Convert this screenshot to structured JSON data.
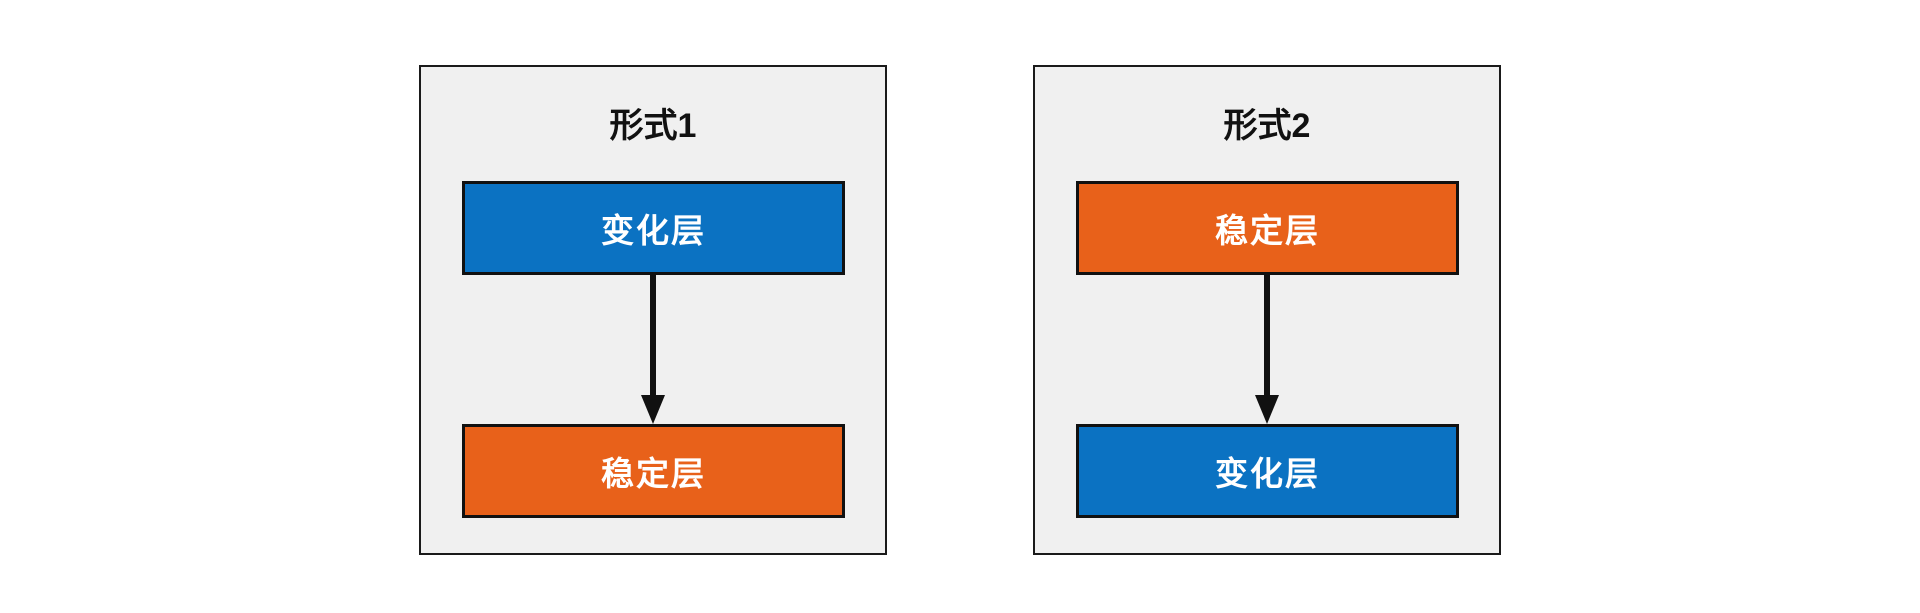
{
  "diagram": {
    "panels": [
      {
        "title": "形式1",
        "top_box": {
          "label": "变化层",
          "color": "#0b72c2"
        },
        "bottom_box": {
          "label": "稳定层",
          "color": "#e8611a"
        }
      },
      {
        "title": "形式2",
        "top_box": {
          "label": "稳定层",
          "color": "#e8611a"
        },
        "bottom_box": {
          "label": "变化层",
          "color": "#0b72c2"
        }
      }
    ],
    "colors": {
      "blue": "#0b72c2",
      "orange": "#e8611a",
      "panel_background": "#f0f0f0",
      "panel_border": "#1a1a1a",
      "box_border": "#111111",
      "arrow": "#111111",
      "box_text": "#ffffff",
      "title_text": "#111111",
      "page_background": "#ffffff"
    }
  }
}
